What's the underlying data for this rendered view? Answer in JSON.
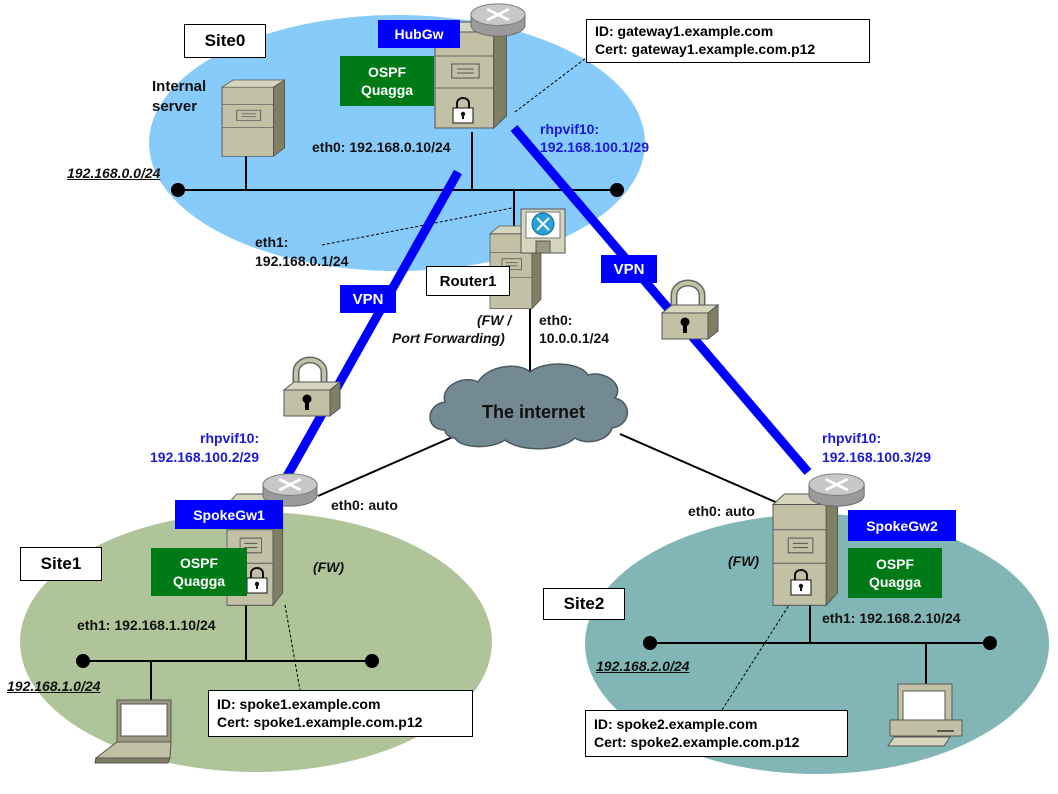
{
  "colors": {
    "site0": "#87cbfa",
    "site1": "#b0c49a",
    "site2": "#82b6b6",
    "vpn_line": "#0000ff",
    "gateway_label": "#0000ff",
    "ospf_label": "#007a16",
    "cloud": "#738a93",
    "interface_text": "#1a1ad6"
  },
  "sites": [
    {
      "name": "Site0",
      "network": "192.168.0.0/24"
    },
    {
      "name": "Site1",
      "network": "192.168.1.0/24"
    },
    {
      "name": "Site2",
      "network": "192.168.2.0/24"
    }
  ],
  "hub": {
    "name": "HubGw",
    "ospf": [
      "OSPF",
      "Quagga"
    ],
    "eth0": "eth0: 192.168.0.10/24",
    "rhpvif_label": "rhpvif10:",
    "rhpvif_addr": "192.168.100.1/29",
    "id": "ID: gateway1.example.com",
    "cert": "Cert: gateway1.example.com.p12"
  },
  "internal_server": {
    "label_line1": "Internal",
    "label_line2": "server"
  },
  "router": {
    "name": "Router1",
    "eth1_label": "eth1:",
    "eth1_addr": "192.168.0.1/24",
    "eth0_label": "eth0:",
    "eth0_addr": "10.0.0.1/24",
    "role_line1": "(FW /",
    "role_line2": "Port Forwarding)"
  },
  "internet": {
    "label": "The internet"
  },
  "vpn": {
    "label": "VPN"
  },
  "spoke1": {
    "name": "SpokeGw1",
    "ospf": [
      "OSPF",
      "Quagga"
    ],
    "rhpvif_label": "rhpvif10:",
    "rhpvif_addr": "192.168.100.2/29",
    "eth0": "eth0: auto",
    "eth1": "eth1: 192.168.1.10/24",
    "role": "(FW)",
    "id": "ID: spoke1.example.com",
    "cert": "Cert: spoke1.example.com.p12"
  },
  "spoke2": {
    "name": "SpokeGw2",
    "ospf": [
      "OSPF",
      "Quagga"
    ],
    "rhpvif_label": "rhpvif10:",
    "rhpvif_addr": "192.168.100.3/29",
    "eth0": "eth0: auto",
    "eth1": "eth1: 192.168.2.10/24",
    "role": "(FW)",
    "id": "ID: spoke2.example.com",
    "cert": "Cert: spoke2.example.com.p12"
  },
  "icons": {
    "server": "server-tower-icon",
    "router": "router-disc-icon",
    "lock": "padlock-icon",
    "laptop": "laptop-icon",
    "desktop": "desktop-pc-icon",
    "cloud": "cloud-icon"
  }
}
